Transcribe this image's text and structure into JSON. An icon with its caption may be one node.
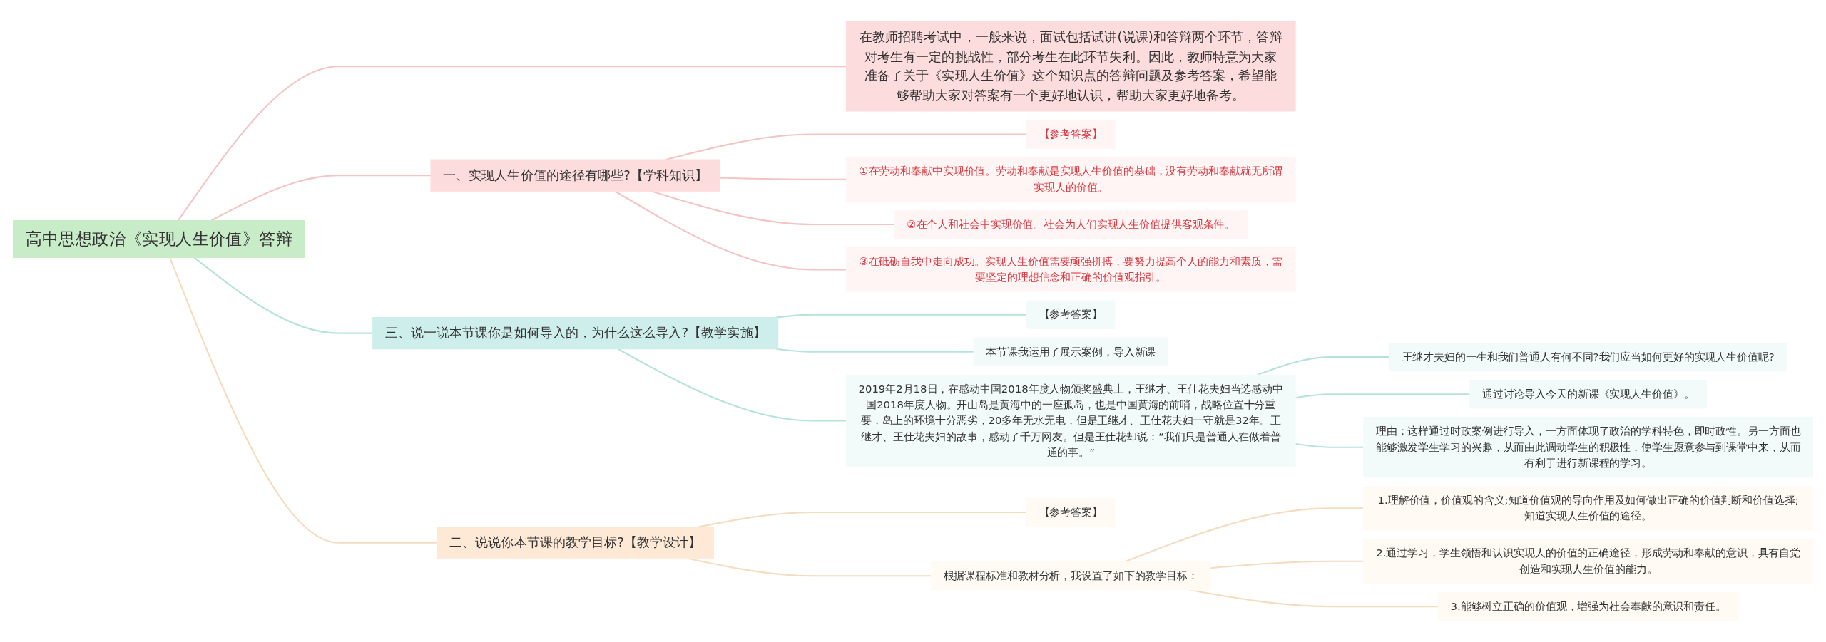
{
  "diagram": {
    "nodes": [
      {
        "text": [
          "高中思想政治《实现人生价值》答辩"
        ]
      },
      {
        "text": [
          "在教师招聘考试中，一般来说，面试包括试讲(说课)和答辩两个环节，答辩对考生有一定的挑战性，部分考生在此环节失利。因此，教师特意为大家准备了关于《实现人生价值》这个知识点的答辩问题及参考答案，希望能够帮助大家对答案有一个更好地认识，帮助大家更好地备考。"
        ]
      },
      {
        "text": [
          "一、实现人生价值的途径有哪些?【学科知识】"
        ]
      },
      {
        "text": [
          "【参考答案】"
        ]
      },
      {
        "text": [
          "①在劳动和奉献中实现价值。劳动和奉献是实现人生价值的基础，没有劳动和奉献就无所谓实现人的价值。"
        ]
      },
      {
        "text": [
          "②在个人和社会中实现价值。社会为人们实现人生价值提供客观条件。"
        ]
      },
      {
        "text": [
          "③在砥砺自我中走向成功。实现人生价值需要顽强拼搏，要努力提高个人的能力和素质，需要坚定的理想信念和正确的价值观指引。"
        ]
      },
      {
        "text": [
          "三、说一说本节课你是如何导入的，为什么这么导入?【教学实施】"
        ]
      },
      {
        "text": [
          "【参考答案】"
        ]
      },
      {
        "text": [
          "本节课我运用了展示案例，导入新课"
        ]
      },
      {
        "text": [
          "2019年2月18日，在感动中国2018年度人物颁奖盛典上，王继才、王仕花夫妇当选感动中国2018年度人物。开山岛是黄海中的一座孤岛，也是中国黄海的前哨，战略位置十分重要，岛上的环境十分恶劣，20多年无水无电，但是王继才、王仕花夫妇一守就是32年。王继才、王仕花夫妇的故事，感动了千万网友。但是王仕花却说：“我们只是普通人在做着普通的事。”"
        ]
      },
      {
        "text": [
          "王继才夫妇的一生和我们普通人有何不同?我们应当如何更好的实现人生价值呢?"
        ]
      },
      {
        "text": [
          "通过讨论导入今天的新课《实现人生价值》。"
        ]
      },
      {
        "text": [
          "理由：这样通过时政案例进行导入，一方面体现了政治的学科特色，即时政性。另一方面也能够激发学生学习的兴趣，从而由此调动学生的积极性，使学生愿意参与到课堂中来，从而有利于进行新课程的学习。"
        ]
      },
      {
        "text": [
          "二、说说你本节课的教学目标?【教学设计】"
        ]
      },
      {
        "text": [
          "【参考答案】"
        ]
      },
      {
        "text": [
          "根据课程标准和教材分析，我设置了如下的教学目标："
        ]
      },
      {
        "text": [
          "1.理解价值，价值观的含义;知道价值观的导向作用及如何做出正确的价值判断和价值选择;知道实现人生价值的途径。"
        ]
      },
      {
        "text": [
          "2.通过学习，学生领悟和认识实现人的价值的正确途径，形成劳动和奉献的意识，具有自觉创造和实现人生价值的能力。"
        ]
      },
      {
        "text": [
          "3.能够树立正确的价值观，增强为社会奉献的意识和责任。"
        ]
      }
    ],
    "edges": [
      {
        "from": 0,
        "to": 1,
        "arrow": "none",
        "color": "#f4c4c4"
      },
      {
        "from": 0,
        "to": 2,
        "arrow": "none",
        "color": "#f4c4c4"
      },
      {
        "from": 2,
        "to": 3,
        "arrow": "none",
        "color": "#f4c4c4"
      },
      {
        "from": 2,
        "to": 4,
        "arrow": "none",
        "color": "#f4c4c4"
      },
      {
        "from": 2,
        "to": 5,
        "arrow": "none",
        "color": "#f4c4c4"
      },
      {
        "from": 2,
        "to": 6,
        "arrow": "none",
        "color": "#f4c4c4"
      },
      {
        "from": 0,
        "to": 7,
        "arrow": "none"
      },
      {
        "from": 7,
        "to": 8,
        "arrow": "none"
      },
      {
        "from": 7,
        "to": 9,
        "arrow": "none"
      },
      {
        "from": 7,
        "to": 10,
        "arrow": "none"
      },
      {
        "from": 10,
        "to": 11,
        "arrow": "none"
      },
      {
        "from": 10,
        "to": 12,
        "arrow": "none"
      },
      {
        "from": 10,
        "to": 13,
        "arrow": "none"
      },
      {
        "from": 0,
        "to": 14,
        "arrow": "none",
        "color": "#f5dcbf"
      },
      {
        "from": 14,
        "to": 15,
        "arrow": "none",
        "color": "#f5dcbf"
      },
      {
        "from": 14,
        "to": 16,
        "arrow": "none",
        "color": "#f5dcbf"
      },
      {
        "from": 16,
        "to": 17,
        "arrow": "none",
        "color": "#f5dcbf"
      },
      {
        "from": 16,
        "to": 18,
        "arrow": "none",
        "color": "#f5dcbf"
      },
      {
        "from": 16,
        "to": 19,
        "arrow": "none",
        "color": "#f5dcbf"
      }
    ]
  }
}
